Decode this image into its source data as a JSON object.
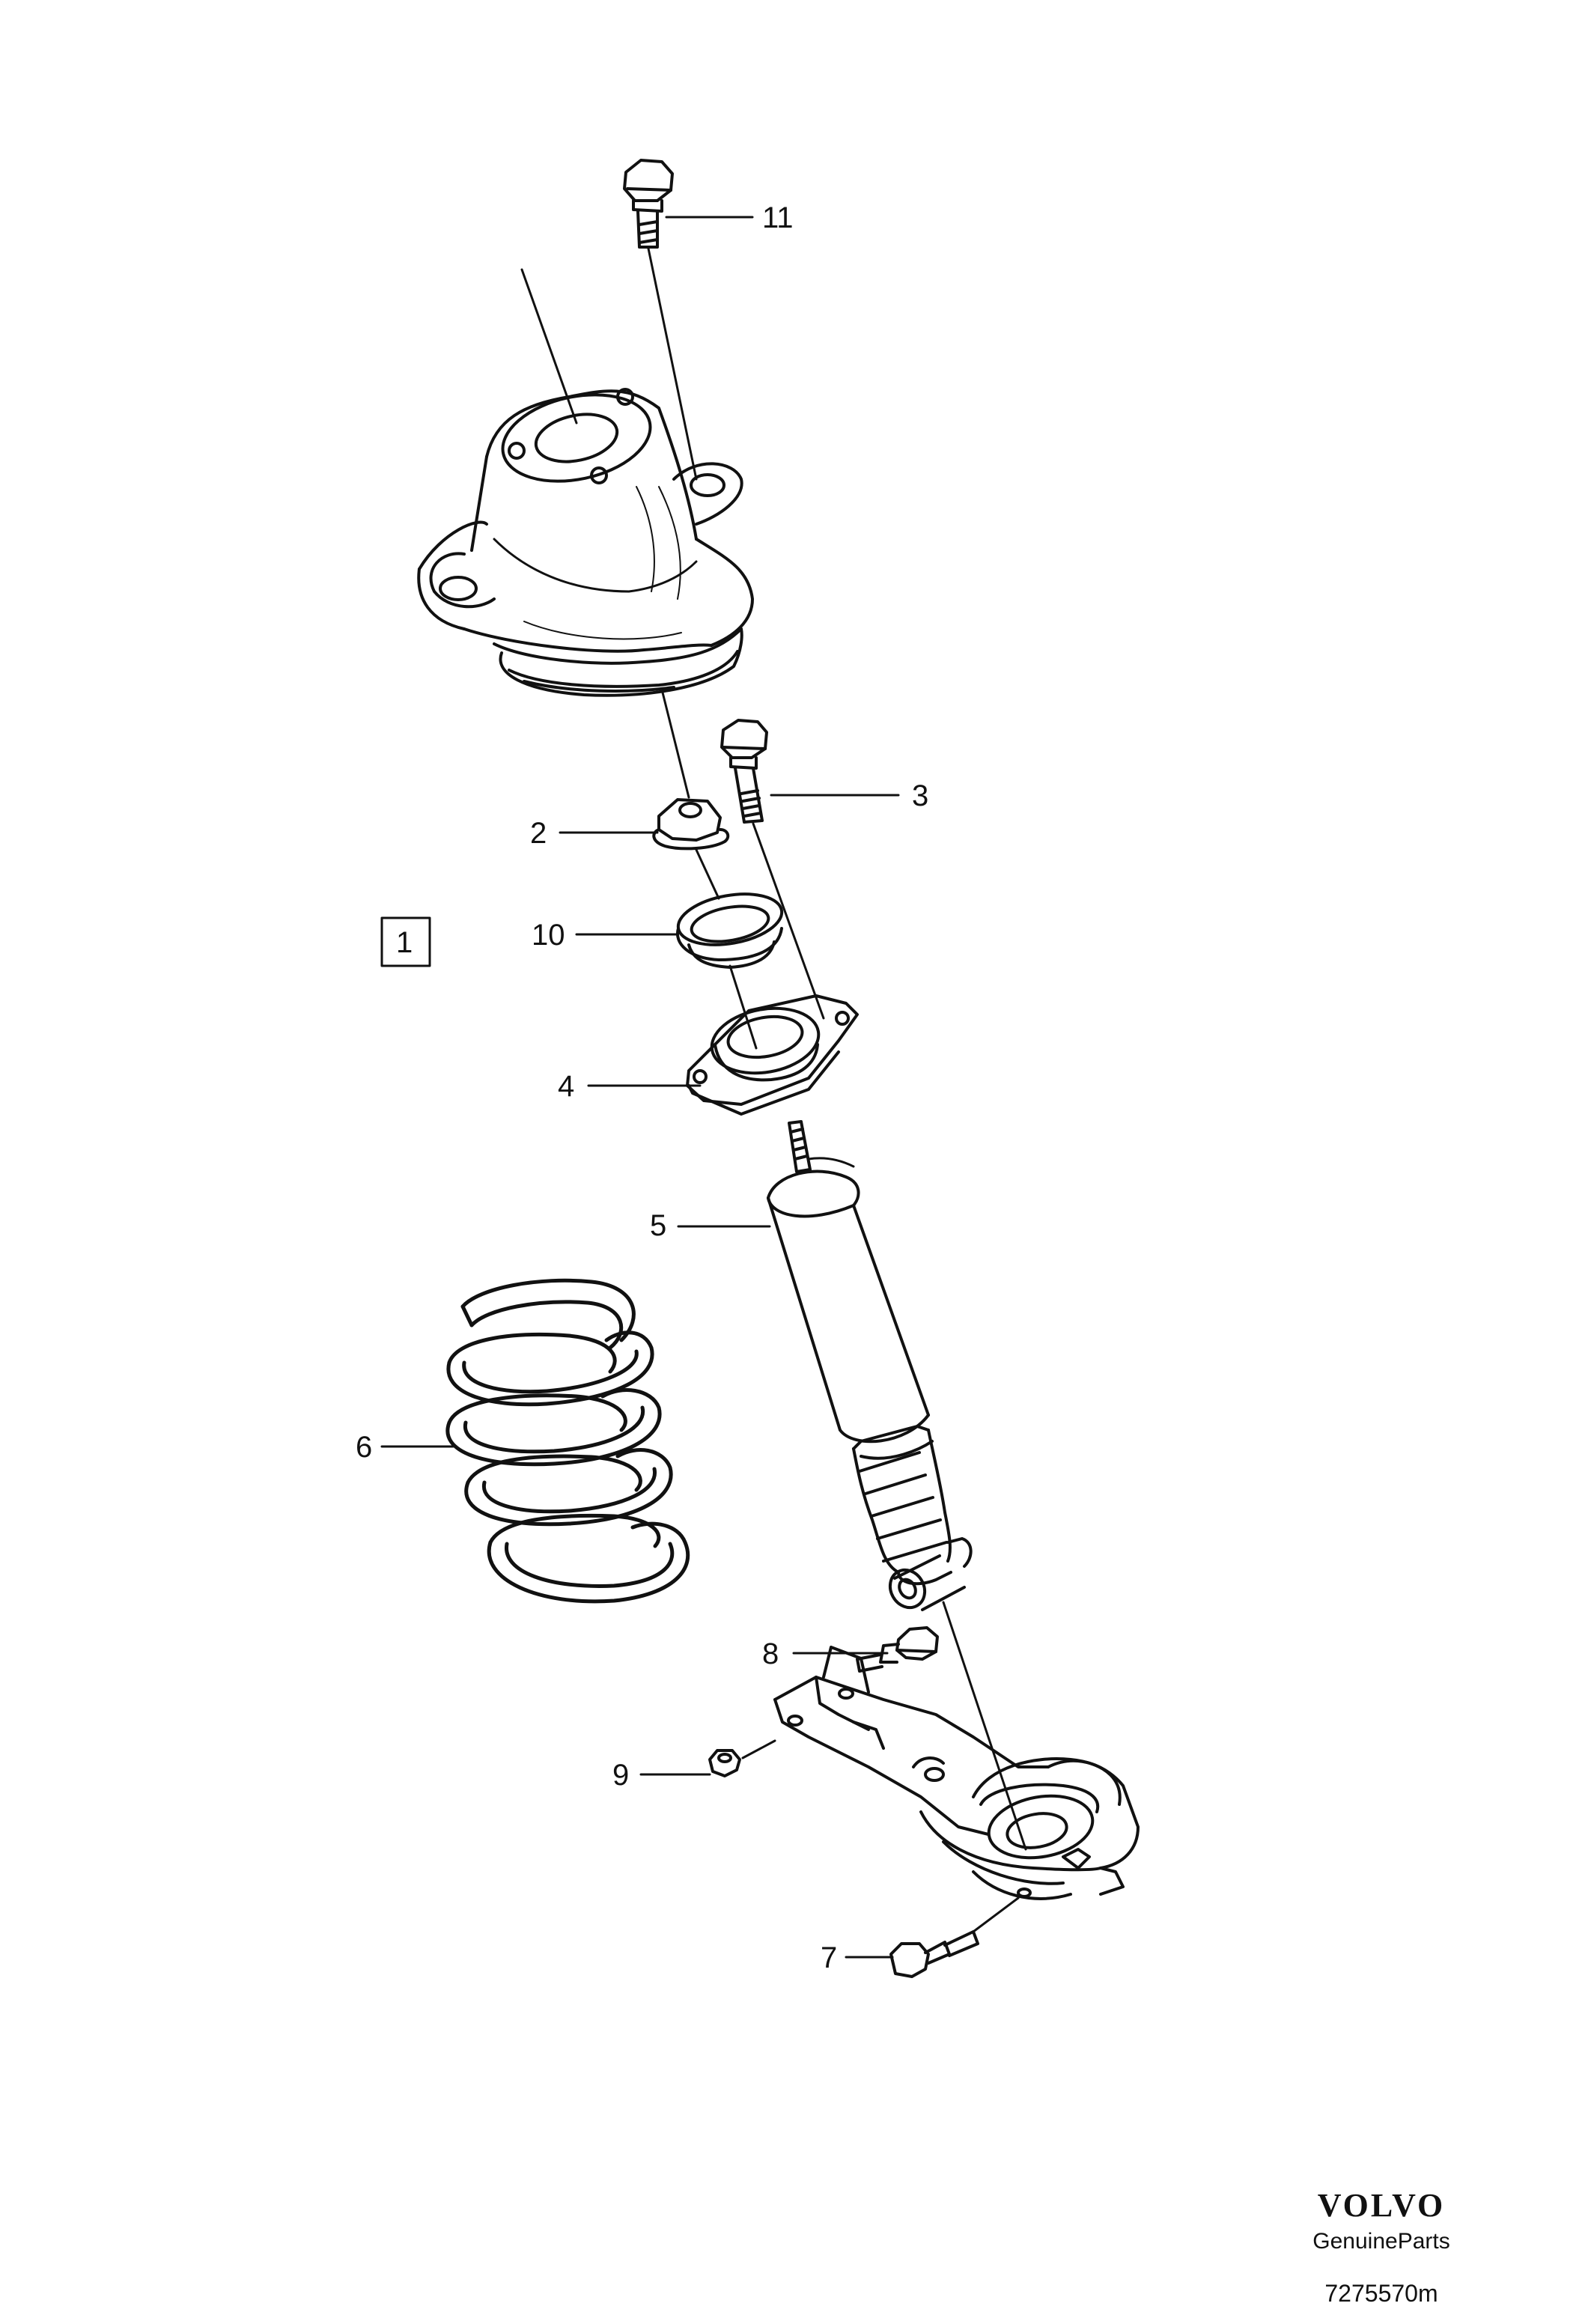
{
  "callouts": {
    "c1": "1",
    "c2": "2",
    "c3": "3",
    "c4": "4",
    "c5": "5",
    "c6": "6",
    "c7": "7",
    "c8": "8",
    "c9": "9",
    "c10": "10",
    "c11": "11"
  },
  "brand": {
    "logo": "VOLVO",
    "subtitle": "GenuineParts"
  },
  "figure_code": "7275570m"
}
